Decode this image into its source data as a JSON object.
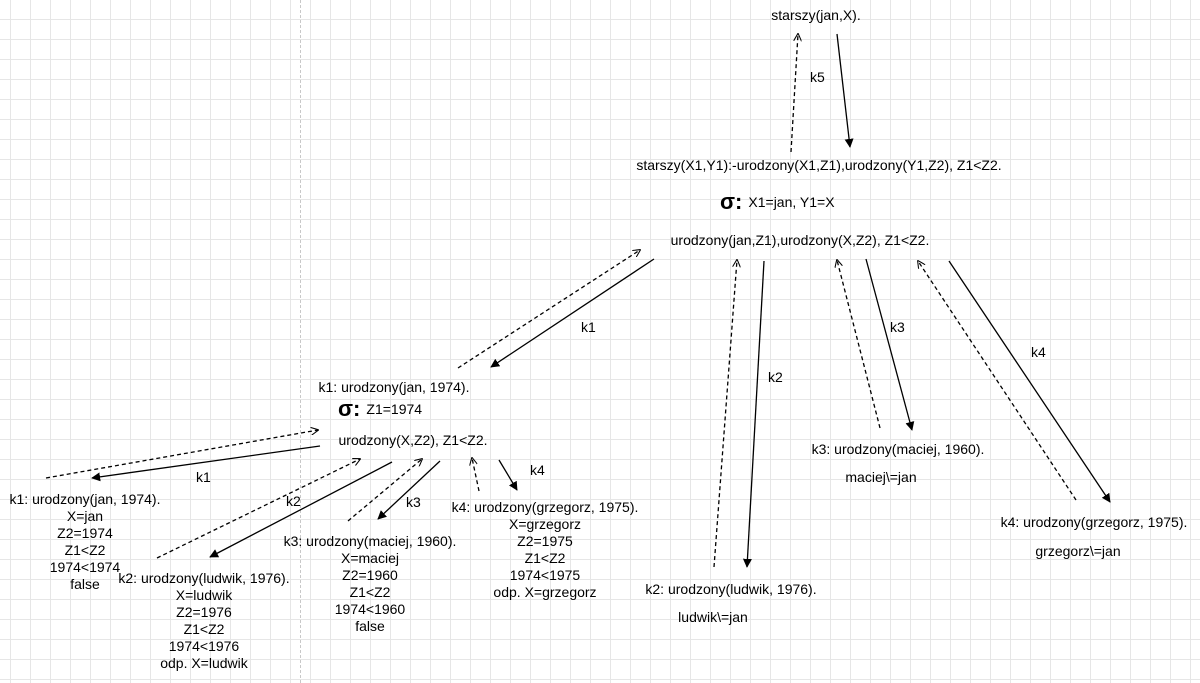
{
  "query": "starszy(jan,X).",
  "rule": "starszy(X1,Y1):-urodzony(X1,Z1),urodzony(Y1,Z2), Z1<Z2.",
  "sigma_symbol": "σ:",
  "sigma_top": "X1=jan, Y1=X",
  "goal_top": "urodzony(jan,Z1),urodzony(X,Z2), Z1<Z2.",
  "edge_labels": {
    "k5": "k5",
    "k1_upper": "k1",
    "k2_upper": "k2",
    "k3_upper": "k3",
    "k4_upper": "k4",
    "k1_lower": "k1",
    "k2_lower": "k2",
    "k3_lower": "k3",
    "k4_lower": "k4"
  },
  "k1_branch": {
    "fact": "k1: urodzony(jan, 1974).",
    "sigma": "Z1=1974",
    "goal": "urodzony(X,Z2), Z1<Z2."
  },
  "leaves": {
    "k1": [
      "k1: urodzony(jan, 1974).",
      "X=jan",
      "Z2=1974",
      "Z1<Z2",
      "1974<1974",
      "false"
    ],
    "k2": [
      "k2: urodzony(ludwik, 1976).",
      "X=ludwik",
      "Z2=1976",
      "Z1<Z2",
      "1974<1976",
      "odp. X=ludwik"
    ],
    "k3": [
      "k3: urodzony(maciej, 1960).",
      "X=maciej",
      "Z2=1960",
      "Z1<Z2",
      "1974<1960",
      "false"
    ],
    "k4": [
      "k4: urodzony(grzegorz, 1975).",
      "X=grzegorz",
      "Z2=1975",
      "Z1<Z2",
      "1974<1975",
      "odp. X=grzegorz"
    ]
  },
  "top_branches": {
    "k2": [
      "k2: urodzony(ludwik, 1976).",
      "ludwik\\=jan"
    ],
    "k3": [
      "k3: urodzony(maciej, 1960).",
      "maciej\\=jan"
    ],
    "k4": [
      "k4: urodzony(grzegorz, 1975).",
      "grzegorz\\=jan"
    ]
  }
}
